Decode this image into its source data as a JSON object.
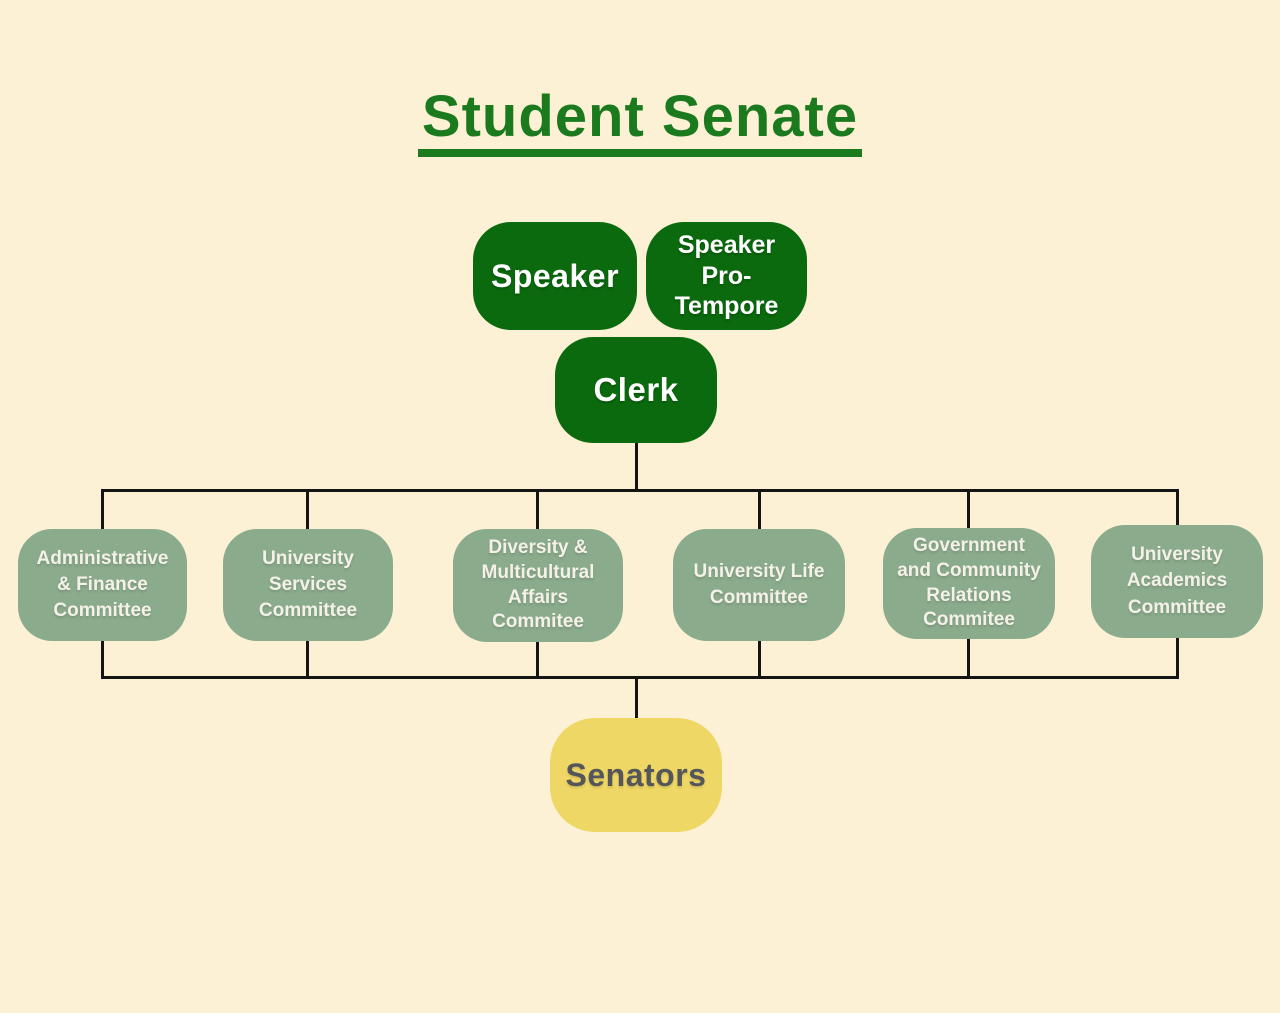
{
  "title": "Student Senate",
  "colors": {
    "background": "#FCF0D5",
    "dark_green": "#0A6A0D",
    "title_green": "#1C7A1E",
    "sage_green": "#8BAC8C",
    "yellow": "#EFD765",
    "senators_text": "#55565A",
    "connector": "#141414",
    "box_text": "#FFFFFF",
    "committee_text": "#F4F1E9"
  },
  "leadership": {
    "speaker": "Speaker",
    "speaker_pro_tempore": "Speaker\nPro-\nTempore",
    "clerk": "Clerk"
  },
  "committees": [
    {
      "label": "Administrative\n& Finance\nCommittee"
    },
    {
      "label": "University\nServices\nCommittee"
    },
    {
      "label": "Diversity &\nMulticultural\nAffairs\nCommitee"
    },
    {
      "label": "University Life\nCommittee"
    },
    {
      "label": "Government\nand Community\nRelations\nCommitee"
    },
    {
      "label": "University\nAcademics\nCommittee"
    }
  ],
  "senators": "Senators"
}
